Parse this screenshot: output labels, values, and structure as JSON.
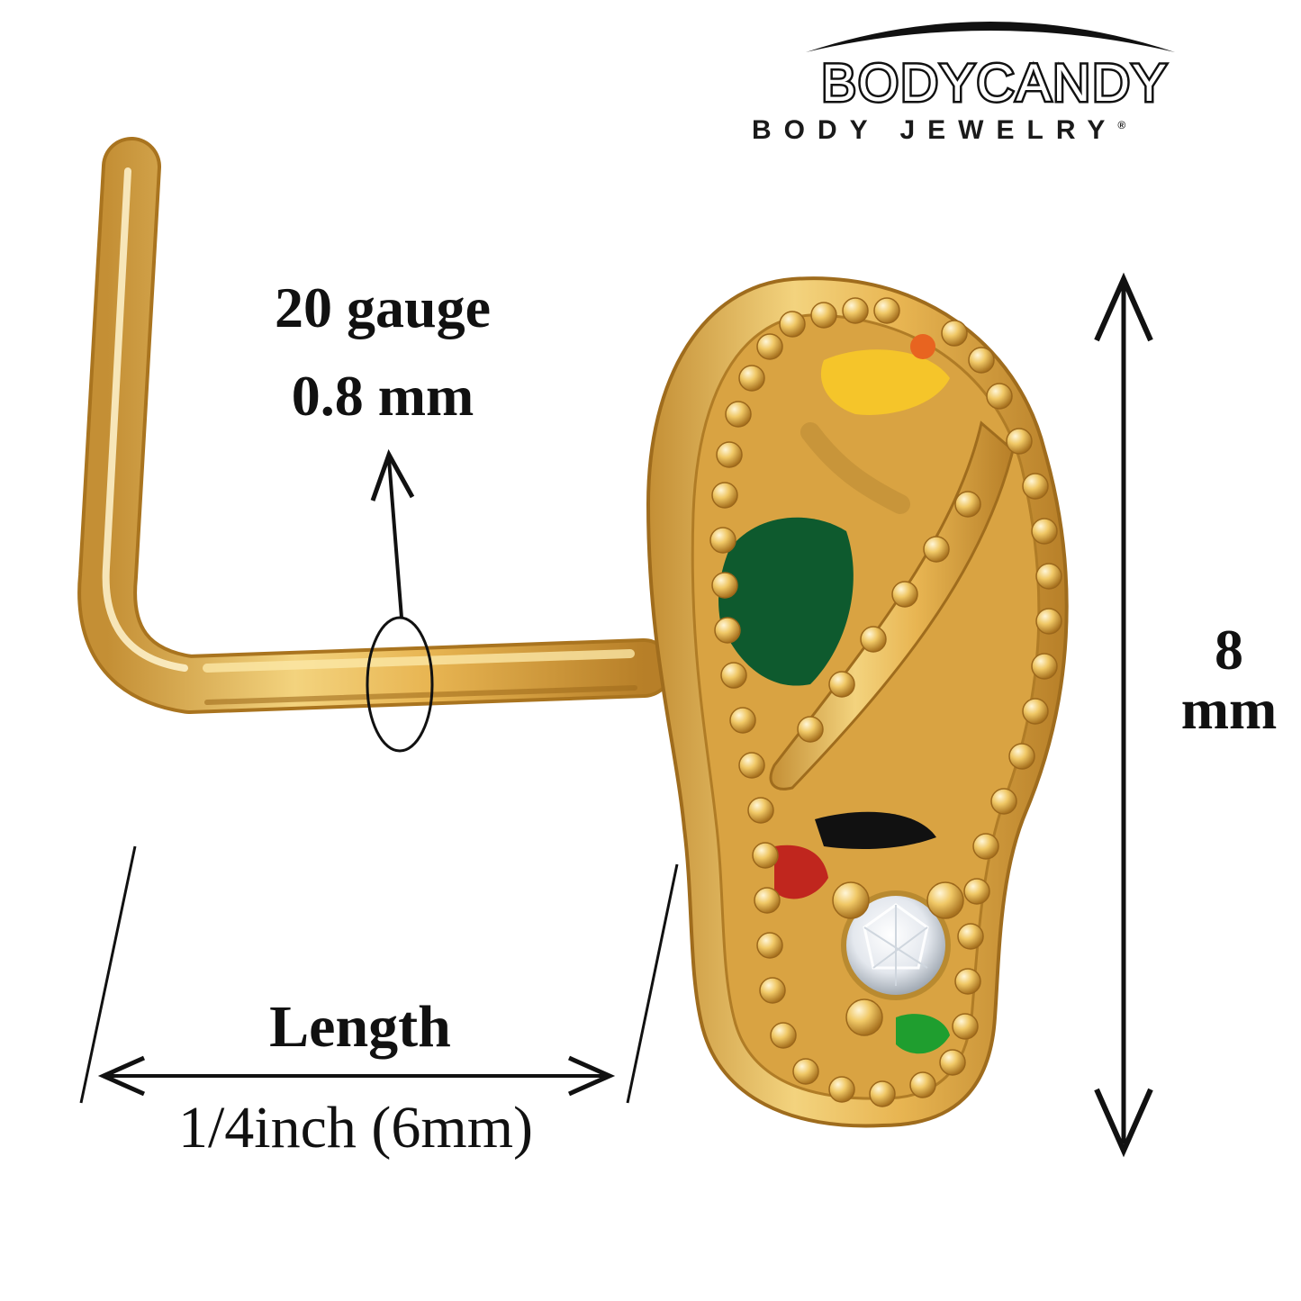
{
  "brand": {
    "name": "BODYCANDY",
    "tagline": "BODY JEWELRY",
    "registered": "®"
  },
  "dimensions": {
    "gauge": "20 gauge",
    "gauge_mm": "0.8 mm",
    "length_label": "Length",
    "length_value": "1/4inch (6mm)",
    "height_value": "8",
    "height_unit": "mm"
  },
  "colors": {
    "gold": "#e7b44a",
    "gold_light": "#f7dd8a",
    "gold_dark": "#b8832b",
    "enamel_green": "#0e5a2e",
    "enamel_yellow": "#f5c52a",
    "enamel_red": "#c0261e",
    "enamel_black": "#111111",
    "ink": "#111111"
  },
  "icons": {
    "product": "flip-flop-nose-stud-icon",
    "arrows": "dimension-arrow-icon"
  }
}
